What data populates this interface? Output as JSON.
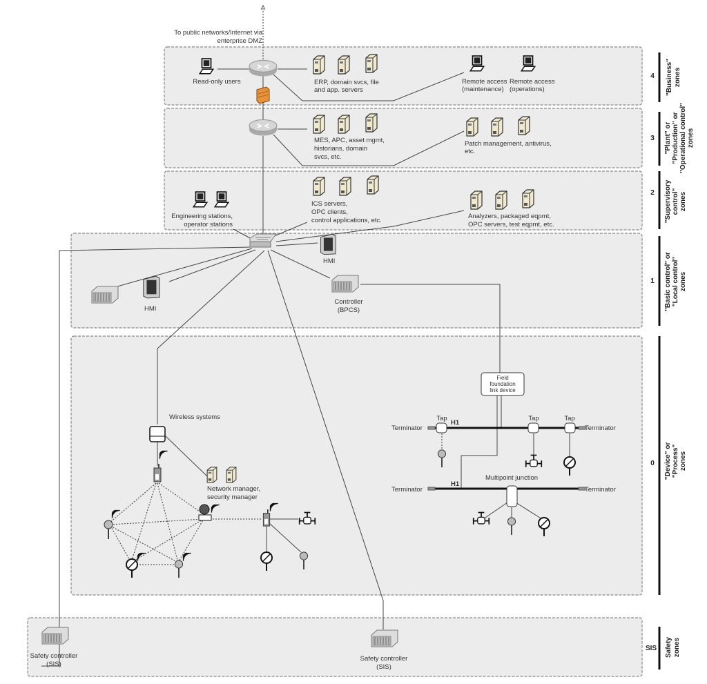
{
  "internet": {
    "line1": "To public networks/Internet via",
    "line2": "enterprise DMZ"
  },
  "zones": [
    {
      "level": "4",
      "label1": "\"Business\"",
      "label2": "zones"
    },
    {
      "level": "3",
      "label1": "\"Plant\" or",
      "label2": "\"Production\" or",
      "label3": "\"Operational control\"",
      "label4": "zones"
    },
    {
      "level": "2",
      "label1": "\"Supervisory",
      "label2": "control\"",
      "label3": "zones"
    },
    {
      "level": "1",
      "label1": "\"Basic control\" or",
      "label2": "\"Local control\"",
      "label3": "zones"
    },
    {
      "level": "0",
      "label1": "\"Device\" or",
      "label2": "\"Process\"",
      "label3": "zones"
    },
    {
      "level": "SIS",
      "label1": "Safety",
      "label2": "zones"
    }
  ],
  "level4": {
    "read_only": "Read-only users",
    "erp1": "ERP, domain svcs, file",
    "erp2": "and app. servers",
    "ra_maint1": "Remote access",
    "ra_maint2": "(maintenance)",
    "ra_ops1": "Remote access",
    "ra_ops2": "(operations)"
  },
  "level3": {
    "mes1": "MES, APC, asset mgmt,",
    "mes2": "historians, domain",
    "mes3": "svcs, etc.",
    "patch1": "Patch management, antivirus,",
    "patch2": "etc."
  },
  "level2": {
    "eng1": "Engineering stations,",
    "eng2": "operator stations",
    "ics1": "ICS servers,",
    "ics2": "OPC clients,",
    "ics3": "control applications, etc.",
    "an1": "Analyzers, packaged eqpmt,",
    "an2": "OPC servers, test eqpmt, etc."
  },
  "level1": {
    "hmi_top": "HMI",
    "hmi_left": "HMI",
    "ctrl1": "Controller",
    "ctrl2": "(BPCS)"
  },
  "level0": {
    "ff1": "Field",
    "ff2": "foundation",
    "ff3": "link device",
    "tap": "Tap",
    "h1": "H1",
    "terminator": "Terminator",
    "multipoint": "Multipoint junction",
    "wireless": "Wireless systems",
    "nm1": "Network manager,",
    "nm2": "security manager"
  },
  "sis": {
    "ctrl1": "Safety controller",
    "ctrl2": "(SIS)"
  },
  "colors": {
    "zone_fill": "#ececec",
    "server": "#efe9cf",
    "firewall": "#e8923a",
    "router": "#c8c8c8"
  }
}
